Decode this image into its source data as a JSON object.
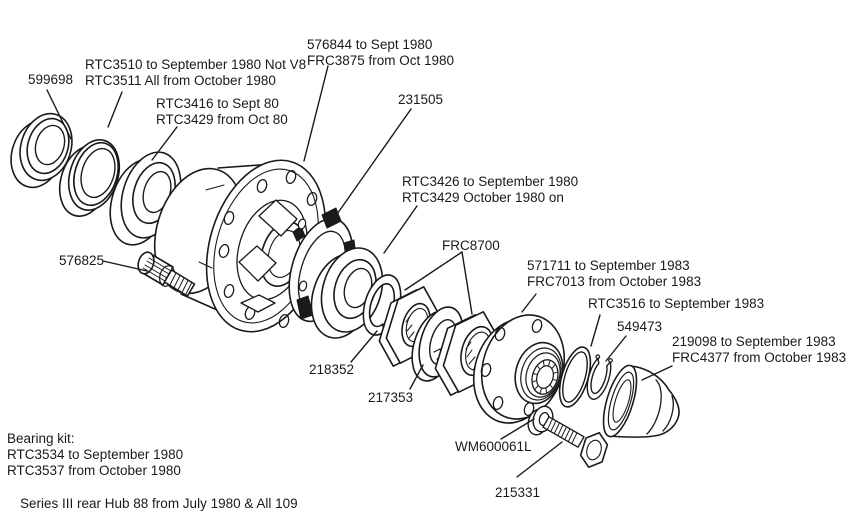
{
  "colors": {
    "ink": "#1a1a1a",
    "paper": "#ffffff"
  },
  "labels": [
    {
      "id": "part-599698",
      "lines": [
        "599698"
      ]
    },
    {
      "id": "part-rtc3510-rtc3511",
      "lines": [
        "RTC3510 to September 1980 Not V8",
        "RTC3511 All from October 1980"
      ]
    },
    {
      "id": "part-rtc3416-rtc3429",
      "lines": [
        "RTC3416 to Sept 80",
        "RTC3429 from Oct 80"
      ]
    },
    {
      "id": "part-576844-frc3875",
      "lines": [
        "576844 to Sept 1980",
        "FRC3875 from Oct 1980"
      ]
    },
    {
      "id": "part-231505",
      "lines": [
        "231505"
      ]
    },
    {
      "id": "part-rtc3426-rtc3429",
      "lines": [
        "RTC3426 to September 1980",
        "RTC3429 October 1980 on"
      ]
    },
    {
      "id": "part-frc8700",
      "lines": [
        "FRC8700"
      ]
    },
    {
      "id": "part-571711-frc7013",
      "lines": [
        "571711 to September 1983",
        "FRC7013 from October 1983"
      ]
    },
    {
      "id": "part-rtc3516",
      "lines": [
        "RTC3516 to September 1983"
      ]
    },
    {
      "id": "part-549473",
      "lines": [
        "549473"
      ]
    },
    {
      "id": "part-219098-frc4377",
      "lines": [
        "219098 to September 1983",
        "FRC4377 from October 1983"
      ]
    },
    {
      "id": "part-576825",
      "lines": [
        "576825"
      ]
    },
    {
      "id": "part-218352",
      "lines": [
        "218352"
      ]
    },
    {
      "id": "part-217353",
      "lines": [
        "217353"
      ]
    },
    {
      "id": "part-wm600061l",
      "lines": [
        "WM600061L"
      ]
    },
    {
      "id": "part-215331",
      "lines": [
        "215331"
      ]
    },
    {
      "id": "bearing-kit-note",
      "lines": [
        "Bearing kit:",
        "RTC3534 to September 1980",
        "RTC3537 from October 1980"
      ]
    },
    {
      "id": "caption",
      "lines": [
        "Series III rear Hub 88 from July 1980 & All 109"
      ]
    }
  ]
}
